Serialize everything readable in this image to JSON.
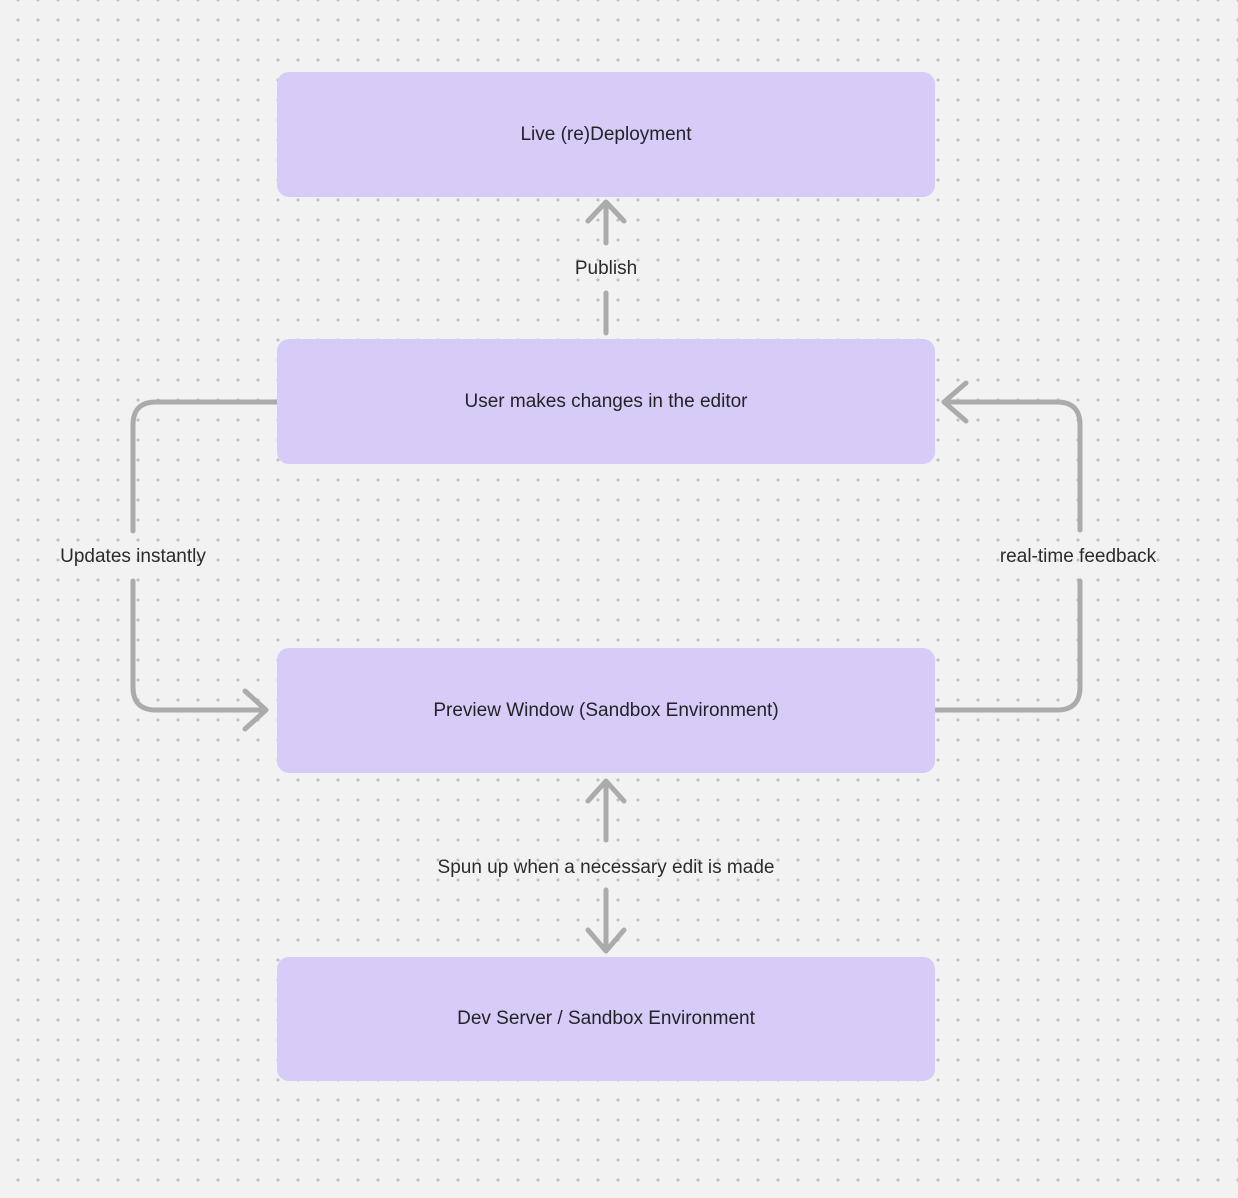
{
  "colors": {
    "canvas_bg": "#f2f2f2",
    "dot": "#bfbfbf",
    "node_fill": "#d7ccf7",
    "node_text": "#232327",
    "arrow": "#ababab",
    "label_text": "#2b2b2e"
  },
  "nodes": [
    {
      "id": "live-deployment",
      "label": "Live (re)Deployment"
    },
    {
      "id": "user-editor",
      "label": "User makes changes in the editor"
    },
    {
      "id": "preview-window",
      "label": "Preview Window (Sandbox Environment)"
    },
    {
      "id": "dev-server",
      "label": "Dev Server / Sandbox Environment"
    }
  ],
  "edges": [
    {
      "id": "publish",
      "label": "Publish",
      "from": "user-editor",
      "to": "live-deployment",
      "bidirectional": false
    },
    {
      "id": "updates-instantly",
      "label": "Updates instantly",
      "from": "user-editor",
      "to": "preview-window",
      "bidirectional": false
    },
    {
      "id": "real-time-feedback",
      "label": "real-time feedback",
      "from": "preview-window",
      "to": "user-editor",
      "bidirectional": false
    },
    {
      "id": "spun-up",
      "label": "Spun up when a necessary edit is made",
      "from": "preview-window",
      "to": "dev-server",
      "bidirectional": true
    }
  ]
}
